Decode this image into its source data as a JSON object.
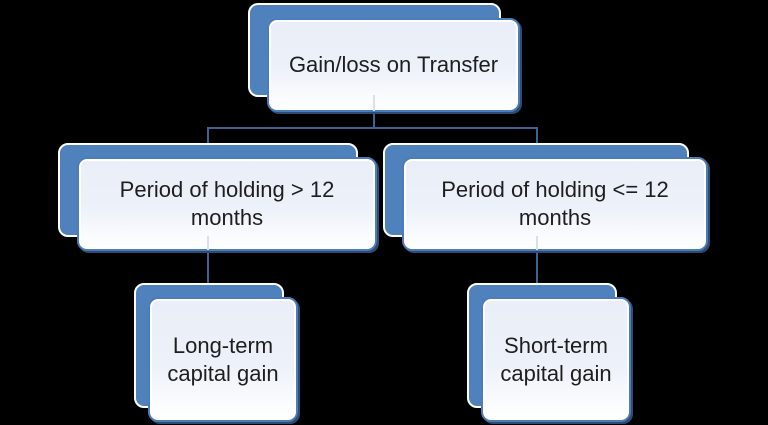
{
  "background": "#000000",
  "colors": {
    "shape_accent": "#4f81bd",
    "shape_outline_white": "#ffffff",
    "front_fill_top": "#edf1f9",
    "front_fill_bottom": "#ffffff",
    "front_border": "#4c7cba",
    "connector": "#3e6296",
    "text": "#1e1e1e"
  },
  "diagram": {
    "type": "hierarchy-flowchart",
    "root": {
      "label": "Gain/loss on Transfer"
    },
    "branches": [
      {
        "label": "Period of holding > 12 months",
        "child": {
          "label": "Long-term capital gain"
        }
      },
      {
        "label": "Period of holding <= 12 months",
        "child": {
          "label": "Short-term capital gain"
        }
      }
    ]
  }
}
